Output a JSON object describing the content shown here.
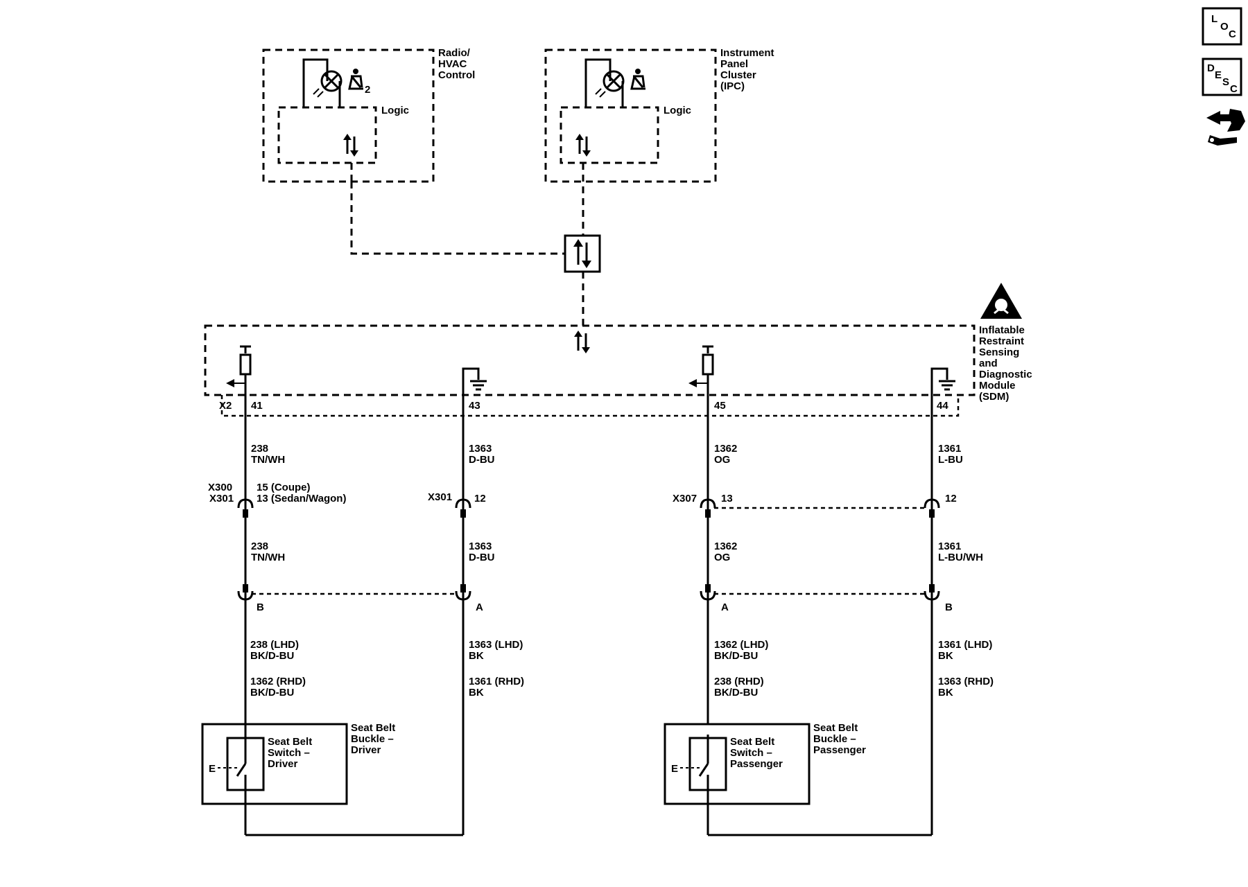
{
  "modules": {
    "radio": {
      "name_lines": [
        "Radio/",
        "HVAC",
        "Control"
      ],
      "logic": "Logic",
      "badge": "2"
    },
    "ipc": {
      "name_lines": [
        "Instrument",
        "Panel",
        "Cluster",
        "(IPC)"
      ],
      "logic": "Logic"
    },
    "sdm": {
      "name_lines": [
        "Inflatable",
        "Restraint",
        "Sensing",
        "and",
        "Diagnostic",
        "Module",
        "(SDM)"
      ]
    }
  },
  "connector": {
    "name": "X2",
    "pins": [
      {
        "pin": "41"
      },
      {
        "pin": "43"
      },
      {
        "pin": "45"
      },
      {
        "pin": "44"
      }
    ]
  },
  "wires_upper": [
    {
      "circuit": "238",
      "color": "TN/WH"
    },
    {
      "circuit": "1363",
      "color": "D-BU"
    },
    {
      "circuit": "1362",
      "color": "OG"
    },
    {
      "circuit": "1361",
      "color": "L-BU"
    }
  ],
  "inline_connectors": {
    "a_names": [
      "X300",
      "X301"
    ],
    "a_pins": [
      "15 (Coupe)",
      "13 (Sedan/Wagon)"
    ],
    "b_name": "X301",
    "b_pin": "12",
    "c_name": "X307",
    "c_pin": "13",
    "d_pin": "12"
  },
  "wires_middle": [
    {
      "circuit": "238",
      "color": "TN/WH"
    },
    {
      "circuit": "1363",
      "color": "D-BU"
    },
    {
      "circuit": "1362",
      "color": "OG"
    },
    {
      "circuit": "1361",
      "color": "L-BU/WH"
    }
  ],
  "buckle_pins": [
    "B",
    "A",
    "A",
    "B"
  ],
  "wires_lower": [
    {
      "lhd_circuit": "238 (LHD)",
      "lhd_color": "BK/D-BU",
      "rhd_circuit": "1362 (RHD)",
      "rhd_color": "BK/D-BU"
    },
    {
      "lhd_circuit": "1363 (LHD)",
      "lhd_color": "BK",
      "rhd_circuit": "1361 (RHD)",
      "rhd_color": "BK"
    },
    {
      "lhd_circuit": "1362 (LHD)",
      "lhd_color": "BK/D-BU",
      "rhd_circuit": "238 (RHD)",
      "rhd_color": "BK/D-BU"
    },
    {
      "lhd_circuit": "1361 (LHD)",
      "lhd_color": "BK",
      "rhd_circuit": "1363 (RHD)",
      "rhd_color": "BK"
    }
  ],
  "buckles": {
    "driver": {
      "switch_lines": [
        "Seat Belt",
        "Switch –",
        "Driver"
      ],
      "buckle_lines": [
        "Seat Belt",
        "Buckle –",
        "Driver"
      ],
      "e_label": "E"
    },
    "passenger": {
      "switch_lines": [
        "Seat Belt",
        "Switch –",
        "Passenger"
      ],
      "buckle_lines": [
        "Seat Belt",
        "Buckle –",
        "Passenger"
      ],
      "e_label": "E"
    }
  },
  "side_icons": {
    "loc": [
      "L",
      "O",
      "C"
    ],
    "desc": [
      "D",
      "E",
      "S",
      "C"
    ]
  }
}
